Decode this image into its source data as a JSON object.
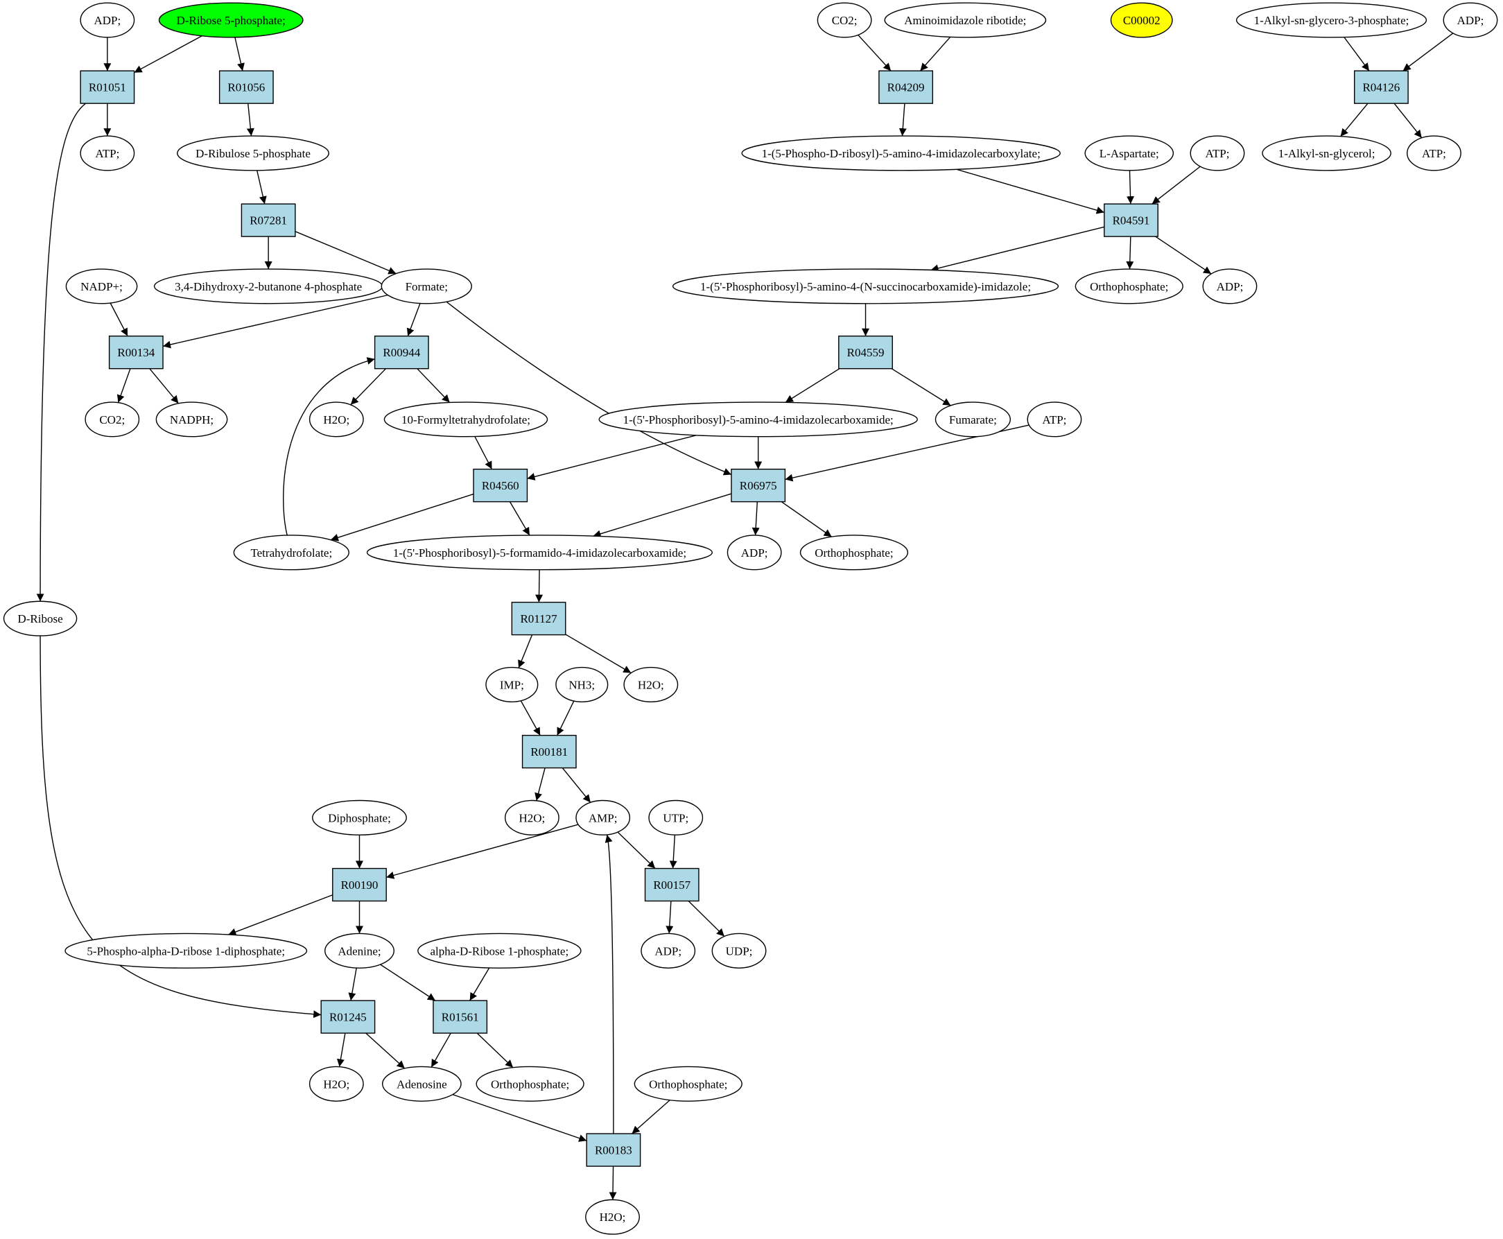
{
  "colors": {
    "reaction_fill": "#add8e6",
    "compound_fill": "#ffffff",
    "highlight_source": "#00ff00",
    "highlight_target": "#ffff00",
    "stroke": "#000000"
  },
  "compounds": {
    "c_adp_1": "ADP;",
    "c_r5p": "D-Ribose 5-phosphate;",
    "c_co2_1": "CO2;",
    "c_air": "Aminoimidazole ribotide;",
    "c_c00002": "C00002",
    "c_alkylg3p": "1-Alkyl-sn-glycero-3-phosphate;",
    "c_adp_2": "ADP;",
    "c_atp_1": "ATP;",
    "c_ru5p": "D-Ribulose 5-phosphate",
    "c_cair": "1-(5-Phospho-D-ribosyl)-5-amino-4-imidazolecarboxylate;",
    "c_asp": "L-Aspartate;",
    "c_atp_2": "ATP;",
    "c_alkylg": "1-Alkyl-sn-glycerol;",
    "c_atp_3": "ATP;",
    "c_nadpp": "NADP+;",
    "c_dhbp": "3,4-Dihydroxy-2-butanone 4-phosphate",
    "c_formate": "Formate;",
    "c_saicar": "1-(5'-Phosphoribosyl)-5-amino-4-(N-succinocarboxamide)-imidazole;",
    "c_orthop_1": "Orthophosphate;",
    "c_adp_3": "ADP;",
    "c_co2_2": "CO2;",
    "c_nadph": "NADPH;",
    "c_h2o_1": "H2O;",
    "c_10fthf": "10-Formyltetrahydrofolate;",
    "c_aicar": "1-(5'-Phosphoribosyl)-5-amino-4-imidazolecarboxamide;",
    "c_fumarate": "Fumarate;",
    "c_atp_4": "ATP;",
    "c_thf": "Tetrahydrofolate;",
    "c_faicar": "1-(5'-Phosphoribosyl)-5-formamido-4-imidazolecarboxamide;",
    "c_adp_4": "ADP;",
    "c_orthop_2": "Orthophosphate;",
    "c_dribose": "D-Ribose",
    "c_imp": "IMP;",
    "c_nh3": "NH3;",
    "c_h2o_2": "H2O;",
    "c_diphosphate": "Diphosphate;",
    "c_h2o_3": "H2O;",
    "c_amp": "AMP;",
    "c_utp": "UTP;",
    "c_prpp": "5-Phospho-alpha-D-ribose 1-diphosphate;",
    "c_adenine": "Adenine;",
    "c_r1p": "alpha-D-Ribose 1-phosphate;",
    "c_adp_5": "ADP;",
    "c_udp": "UDP;",
    "c_h2o_4": "H2O;",
    "c_adenosine": "Adenosine",
    "c_orthop_3": "Orthophosphate;",
    "c_orthop_4": "Orthophosphate;",
    "c_h2o_5": "H2O;"
  },
  "reactions": {
    "r_R01051": "R01051",
    "r_R01056": "R01056",
    "r_R04209": "R04209",
    "r_R04126": "R04126",
    "r_R07281": "R07281",
    "r_R04591": "R04591",
    "r_R00134": "R00134",
    "r_R00944": "R00944",
    "r_R04559": "R04559",
    "r_R04560": "R04560",
    "r_R06975": "R06975",
    "r_R01127": "R01127",
    "r_R00181": "R00181",
    "r_R00190": "R00190",
    "r_R00157": "R00157",
    "r_R01245": "R01245",
    "r_R01561": "R01561",
    "r_R00183": "R00183"
  },
  "edges": [
    [
      "c_adp_1",
      "r_R01051"
    ],
    [
      "c_r5p",
      "r_R01051"
    ],
    [
      "c_r5p",
      "r_R01056"
    ],
    [
      "r_R01051",
      "c_atp_1"
    ],
    [
      "r_R01051",
      "c_dribose"
    ],
    [
      "r_R01056",
      "c_ru5p"
    ],
    [
      "c_ru5p",
      "r_R07281"
    ],
    [
      "r_R07281",
      "c_dhbp"
    ],
    [
      "r_R07281",
      "c_formate"
    ],
    [
      "c_nadpp",
      "r_R00134"
    ],
    [
      "c_formate",
      "r_R00134"
    ],
    [
      "r_R00134",
      "c_co2_2"
    ],
    [
      "r_R00134",
      "c_nadph"
    ],
    [
      "c_formate",
      "r_R00944"
    ],
    [
      "c_thf",
      "r_R00944"
    ],
    [
      "r_R00944",
      "c_h2o_1"
    ],
    [
      "r_R00944",
      "c_10fthf"
    ],
    [
      "c_formate",
      "r_R06975"
    ],
    [
      "c_co2_1",
      "r_R04209"
    ],
    [
      "c_air",
      "r_R04209"
    ],
    [
      "r_R04209",
      "c_cair"
    ],
    [
      "c_cair",
      "r_R04591"
    ],
    [
      "c_asp",
      "r_R04591"
    ],
    [
      "c_atp_2",
      "r_R04591"
    ],
    [
      "r_R04591",
      "c_saicar"
    ],
    [
      "r_R04591",
      "c_orthop_1"
    ],
    [
      "r_R04591",
      "c_adp_3"
    ],
    [
      "c_alkylg3p",
      "r_R04126"
    ],
    [
      "c_adp_2",
      "r_R04126"
    ],
    [
      "r_R04126",
      "c_alkylg"
    ],
    [
      "r_R04126",
      "c_atp_3"
    ],
    [
      "c_saicar",
      "r_R04559"
    ],
    [
      "r_R04559",
      "c_aicar"
    ],
    [
      "r_R04559",
      "c_fumarate"
    ],
    [
      "c_10fthf",
      "r_R04560"
    ],
    [
      "c_aicar",
      "r_R04560"
    ],
    [
      "c_aicar",
      "r_R06975"
    ],
    [
      "c_atp_4",
      "r_R06975"
    ],
    [
      "r_R04560",
      "c_thf"
    ],
    [
      "r_R04560",
      "c_faicar"
    ],
    [
      "r_R06975",
      "c_faicar"
    ],
    [
      "r_R06975",
      "c_adp_4"
    ],
    [
      "r_R06975",
      "c_orthop_2"
    ],
    [
      "c_faicar",
      "r_R01127"
    ],
    [
      "r_R01127",
      "c_imp"
    ],
    [
      "r_R01127",
      "c_h2o_2"
    ],
    [
      "c_imp",
      "r_R00181"
    ],
    [
      "c_nh3",
      "r_R00181"
    ],
    [
      "r_R00181",
      "c_h2o_3"
    ],
    [
      "r_R00181",
      "c_amp"
    ],
    [
      "c_diphosphate",
      "r_R00190"
    ],
    [
      "c_amp",
      "r_R00190"
    ],
    [
      "c_amp",
      "r_R00157"
    ],
    [
      "c_utp",
      "r_R00157"
    ],
    [
      "r_R00190",
      "c_prpp"
    ],
    [
      "r_R00190",
      "c_adenine"
    ],
    [
      "r_R00157",
      "c_adp_5"
    ],
    [
      "r_R00157",
      "c_udp"
    ],
    [
      "c_adenine",
      "r_R01245"
    ],
    [
      "c_dribose",
      "r_R01245"
    ],
    [
      "c_adenine",
      "r_R01561"
    ],
    [
      "c_r1p",
      "r_R01561"
    ],
    [
      "r_R01245",
      "c_h2o_4"
    ],
    [
      "r_R01245",
      "c_adenosine"
    ],
    [
      "r_R01561",
      "c_adenosine"
    ],
    [
      "r_R01561",
      "c_orthop_3"
    ],
    [
      "c_adenosine",
      "r_R00183"
    ],
    [
      "c_orthop_4",
      "r_R00183"
    ],
    [
      "r_R00183",
      "c_amp"
    ],
    [
      "r_R00183",
      "c_h2o_5"
    ]
  ]
}
